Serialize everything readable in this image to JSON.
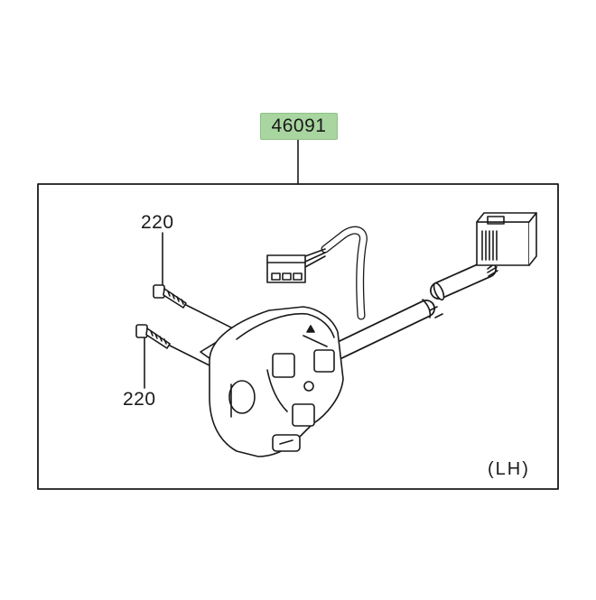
{
  "labels": {
    "part_number": "46091",
    "screw_top": "220",
    "screw_bottom": "220",
    "side": "(LH)"
  },
  "colors": {
    "highlight": "#a9d5a0",
    "line": "#1a1a1a",
    "background": "#ffffff"
  }
}
